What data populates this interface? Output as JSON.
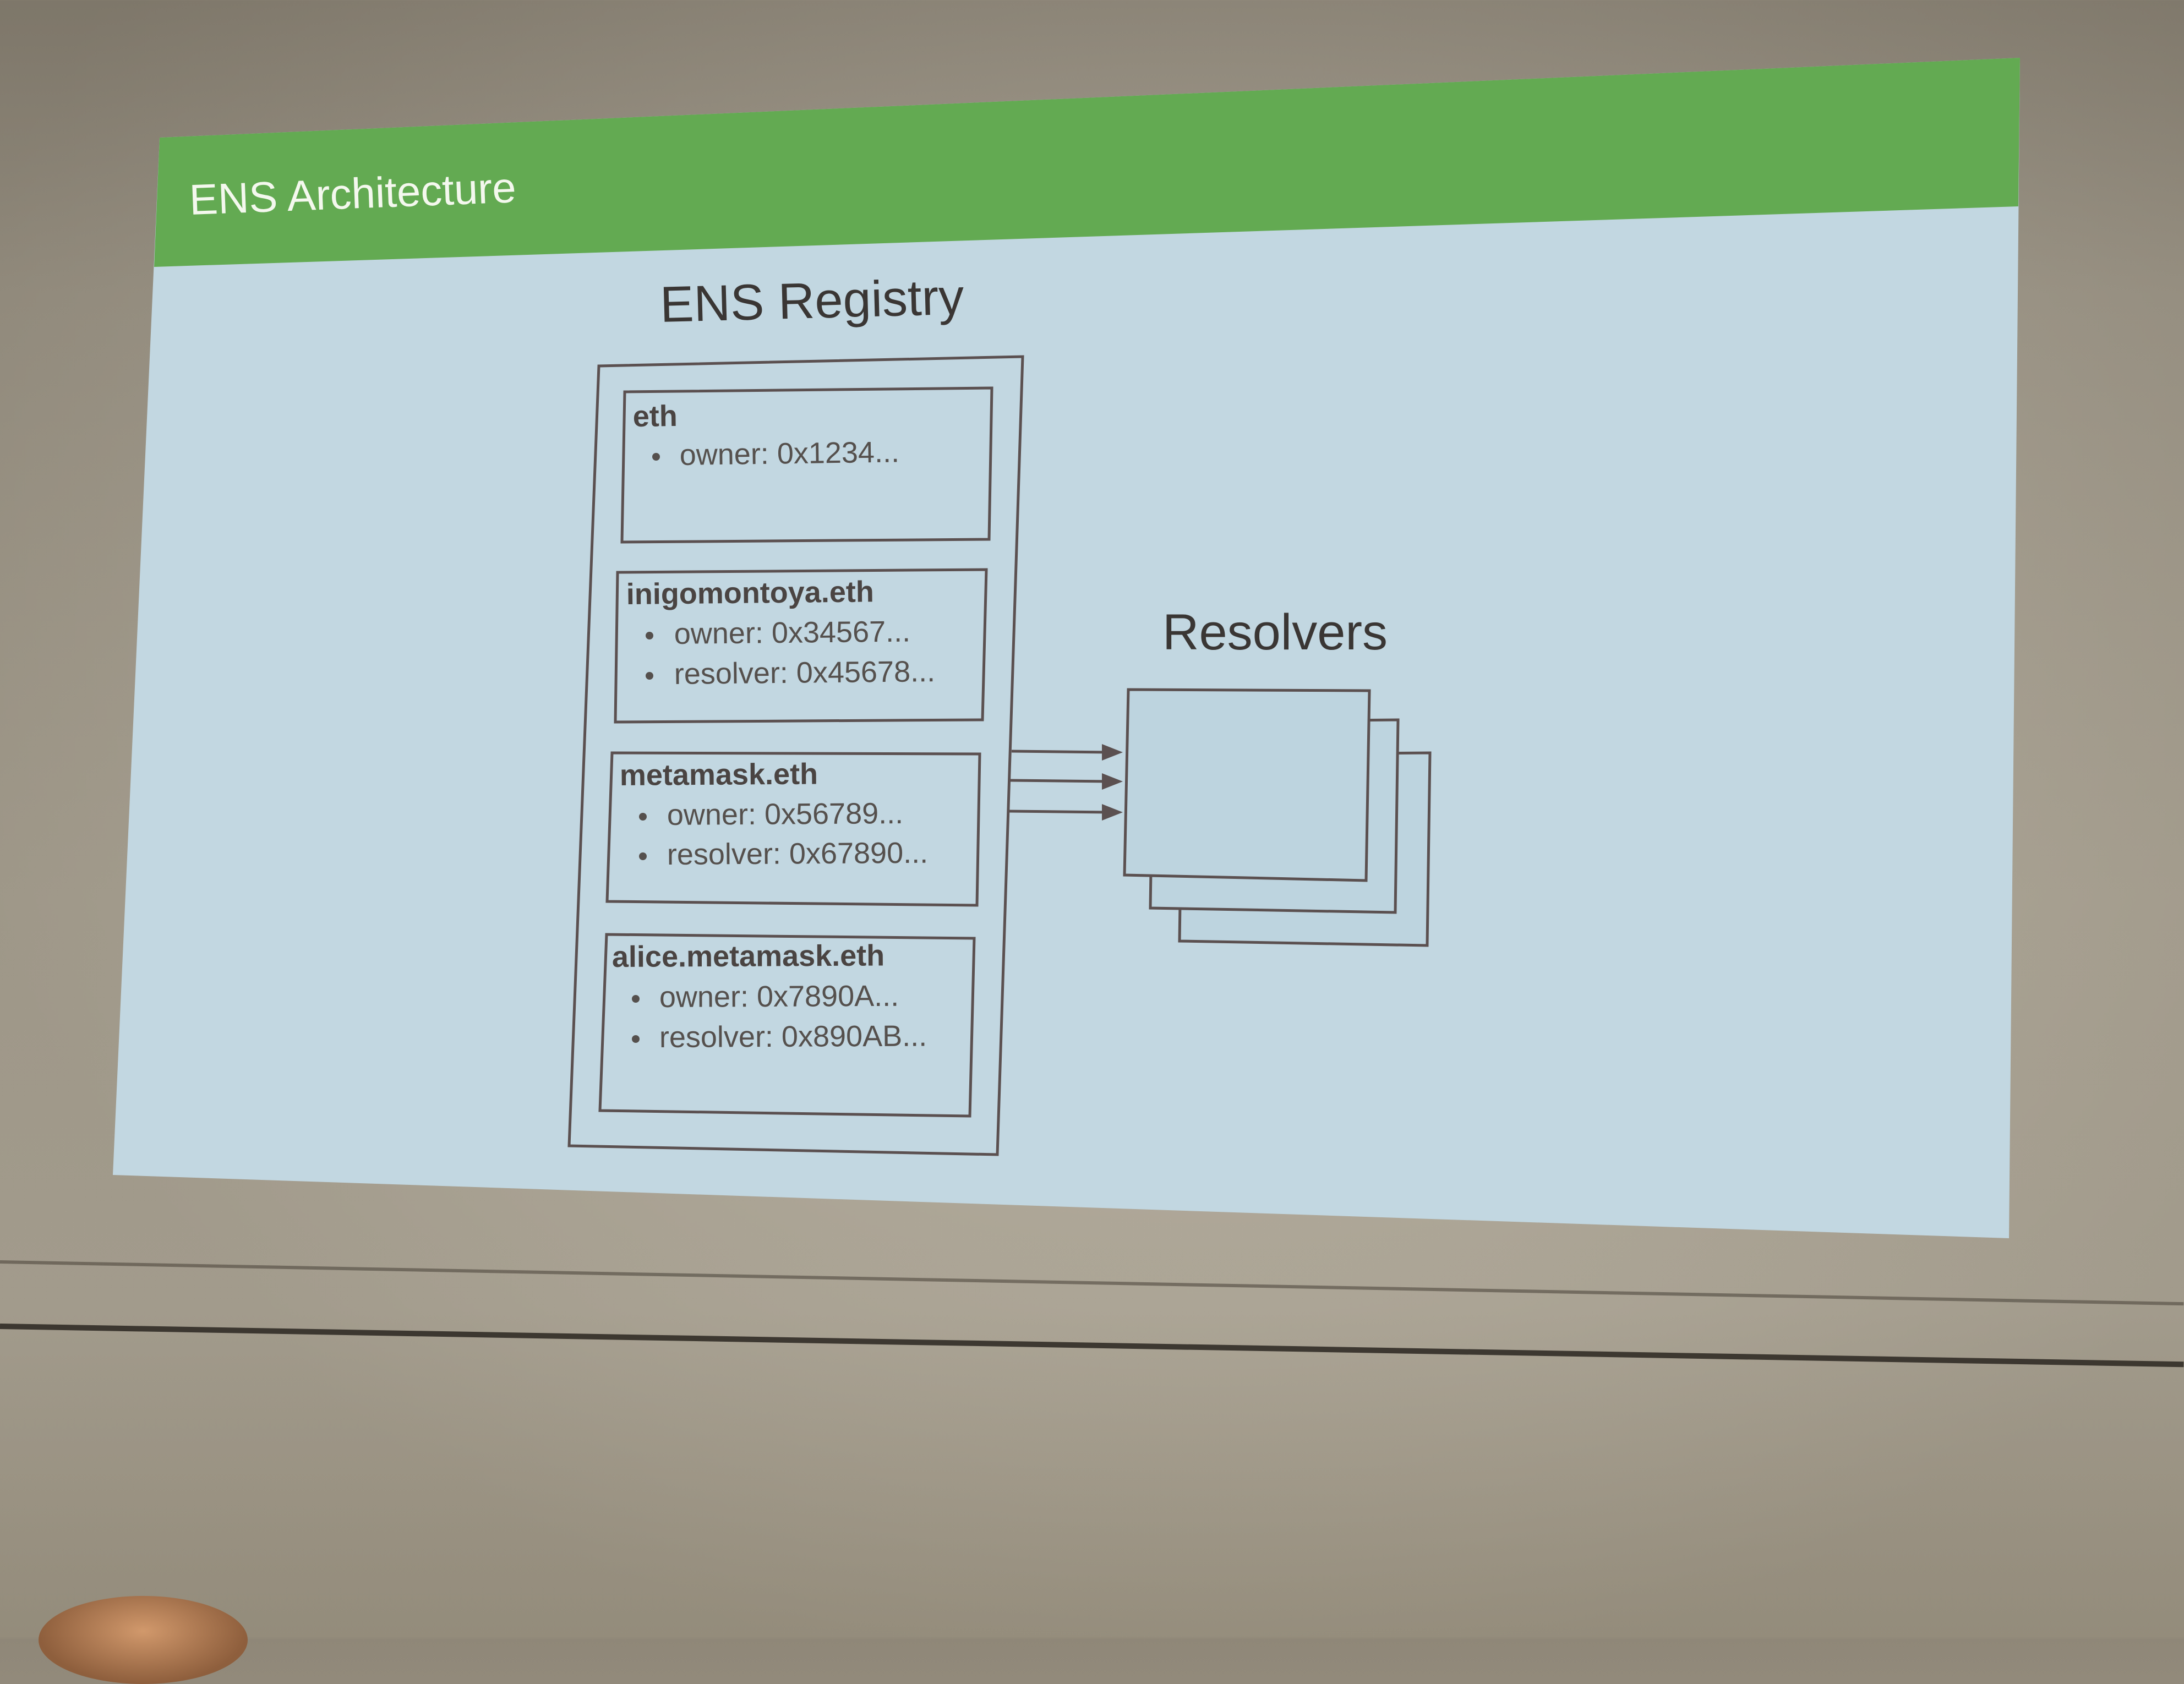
{
  "slide": {
    "title": "ENS Architecture",
    "colors": {
      "header": "#62a951",
      "background": "#bed4df",
      "outline": "#5b5050"
    }
  },
  "registry": {
    "title": "ENS Registry",
    "entries": [
      {
        "name": "eth",
        "props": [
          "owner: 0x1234..."
        ]
      },
      {
        "name": "inigomontoya.eth",
        "props": [
          "owner: 0x34567...",
          "resolver: 0x45678..."
        ]
      },
      {
        "name": "metamask.eth",
        "props": [
          "owner: 0x56789...",
          "resolver: 0x67890..."
        ]
      },
      {
        "name": "alice.metamask.eth",
        "props": [
          "owner: 0x7890A...",
          "resolver: 0x890AB..."
        ]
      }
    ]
  },
  "resolvers": {
    "title": "Resolvers"
  }
}
